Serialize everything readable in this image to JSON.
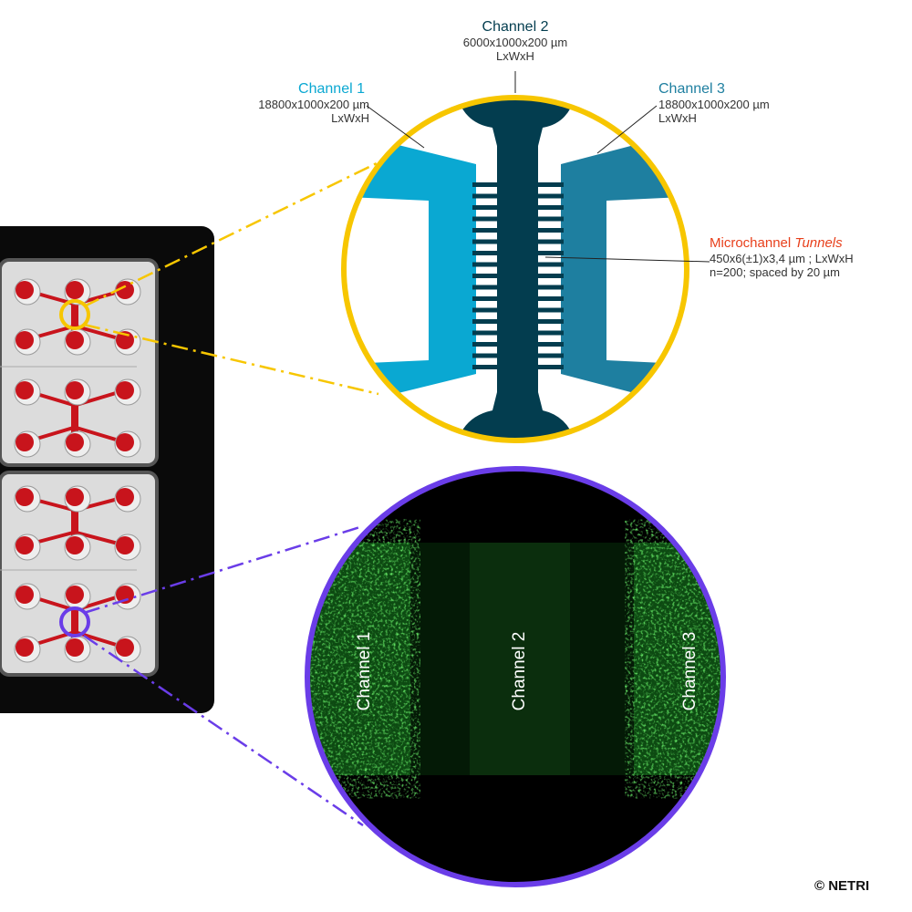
{
  "channel2": {
    "title": "Channel 2",
    "dims": "6000x1000x200 µm",
    "unit": "LxWxH",
    "color": "#033d4f"
  },
  "channel1": {
    "title": "Channel 1",
    "dims": "18800x1000x200 µm",
    "unit": "LxWxH",
    "color": "#0aa8d2"
  },
  "channel3": {
    "title": "Channel 3",
    "dims": "18800x1000x200 µm",
    "unit": "LxWxH",
    "color": "#1e7fa0"
  },
  "tunnels": {
    "title_a": "Microchannel ",
    "title_b": "Tunnels",
    "line1": "450x6(±1)x3,4 µm ; LxWxH",
    "line2": "n=200; spaced by 20 µm",
    "color": "#e8401c"
  },
  "image_labels": [
    "Channel 1",
    "Channel 2",
    "Channel 3"
  ],
  "copyright": "© NETRI",
  "colors": {
    "zoom_top": "#f7c600",
    "zoom_bottom": "#6a3de8",
    "fluorescence": "#2fd12f",
    "chip_fluid": "#c8141c"
  }
}
